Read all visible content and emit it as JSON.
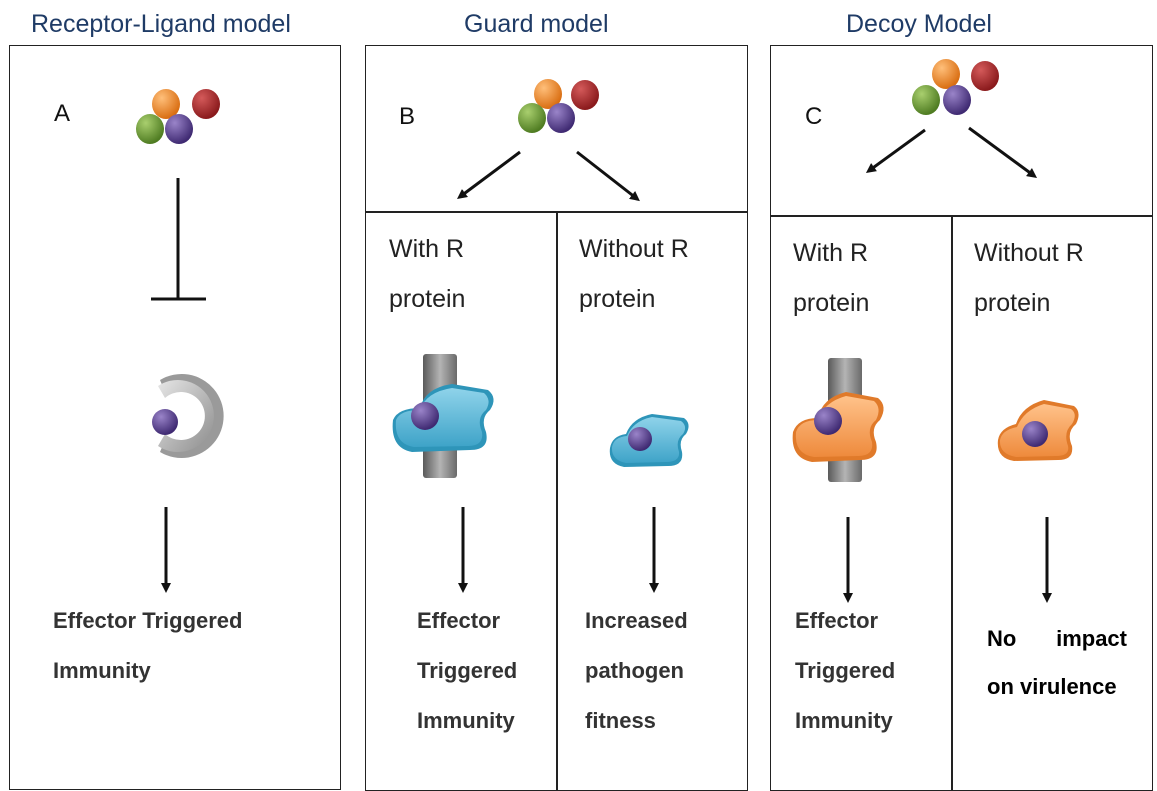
{
  "titles": {
    "receptor": "Receptor-Ligand model",
    "guard": "Guard model",
    "decoy": "Decoy Model"
  },
  "panels": {
    "a": {
      "letter": "A",
      "outcome_line1": "Effector Triggered",
      "outcome_line2": "Immunity"
    },
    "b": {
      "letter": "B",
      "with_r": {
        "line1": "With R",
        "line2": "protein",
        "outcome_line1": "Effector",
        "outcome_line2": "Triggered",
        "outcome_line3": "Immunity"
      },
      "without_r": {
        "line1": "Without R",
        "line2": "protein",
        "outcome_line1": "Increased",
        "outcome_line2": "pathogen",
        "outcome_line3": "fitness"
      }
    },
    "c": {
      "letter": "C",
      "with_r": {
        "line1": "With R",
        "line2": "protein",
        "outcome_line1": "Effector",
        "outcome_line2": "Triggered",
        "outcome_line3": "Immunity"
      },
      "without_r": {
        "line1": "Without R",
        "line2": "protein",
        "outcome_line1_a": "No",
        "outcome_line1_b": "impact",
        "outcome_line2": "on virulence"
      }
    }
  },
  "colors": {
    "title": "#1f3b66",
    "effector_orange": "#e8832a",
    "effector_red": "#a3282a",
    "effector_green": "#6a9a3a",
    "effector_purple": "#5b3f8e",
    "guardee_blue": "#5bb8d6",
    "decoy_orange": "#f3a25e",
    "r_protein_gray": "#8a8a8a"
  }
}
